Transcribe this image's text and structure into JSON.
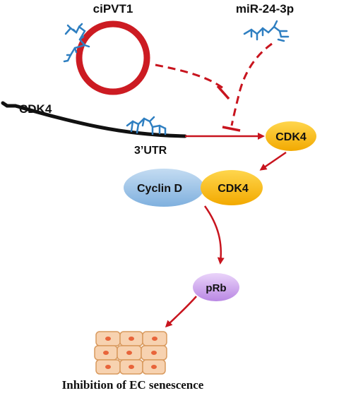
{
  "labels": {
    "circrna": "ciPVT1",
    "mirna": "miR-24-3p",
    "gene": "CDK4",
    "utr": "3’UTR",
    "cdk4_protein": "CDK4",
    "cyclin": "Cyclin D",
    "cdk4_complex": "CDK4",
    "prb": "pRb",
    "outcome": "Inhibition of EC senescence"
  },
  "colors": {
    "arrow_red": "#c8141e",
    "ring_red": "#cc1b22",
    "mirna_blue": "#2f7fc1",
    "cdk4_fill": "#f7b500",
    "cyclin_fill": "#8fb9e0",
    "prb_fill": "#c9a0e8",
    "cell_fill": "#f7d2b0",
    "cell_border": "#d99a5e",
    "nucleus": "#e8643a"
  }
}
